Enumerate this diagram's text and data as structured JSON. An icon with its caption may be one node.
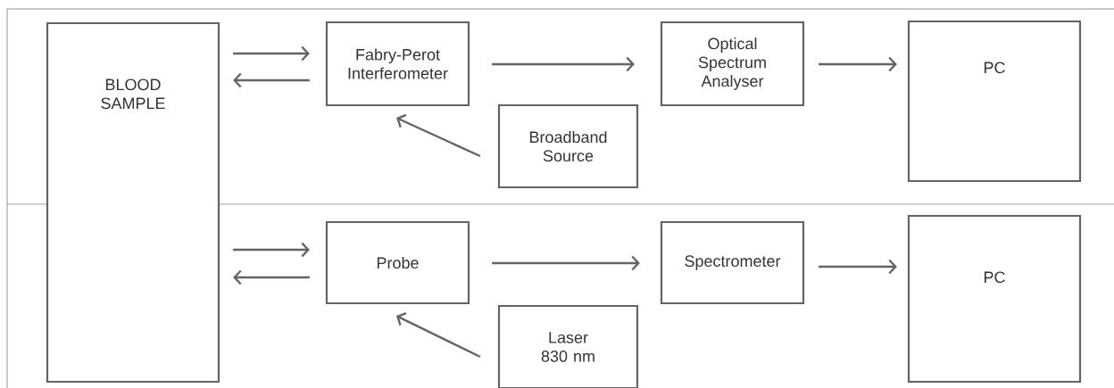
{
  "diagram": {
    "nodes": [
      {
        "text": [
          "BLOOD SAMPLE"
        ]
      },
      {
        "text": [
          "Fabry-Perot Interferometer"
        ]
      },
      {
        "text": [
          "Optical Spectrum Analyser"
        ]
      },
      {
        "text": [
          "PC"
        ]
      },
      {
        "text": [
          "Broadband Source"
        ]
      },
      {
        "text": [
          "Probe"
        ]
      },
      {
        "text": [
          "Spectrometer"
        ]
      },
      {
        "text": [
          "PC"
        ]
      },
      {
        "text": [
          "Laser 830 nm"
        ]
      }
    ],
    "edges": [
      {
        "from": 0,
        "to": 1,
        "arrow": "to"
      },
      {
        "from": 1,
        "to": 0,
        "arrow": "to"
      },
      {
        "from": 1,
        "to": 2,
        "arrow": "to"
      },
      {
        "from": 2,
        "to": 3,
        "arrow": "to"
      },
      {
        "from": 4,
        "to": 1,
        "arrow": "to"
      },
      {
        "from": 0,
        "to": 5,
        "arrow": "to"
      },
      {
        "from": 5,
        "to": 0,
        "arrow": "to"
      },
      {
        "from": 5,
        "to": 6,
        "arrow": "to"
      },
      {
        "from": 6,
        "to": 7,
        "arrow": "to"
      },
      {
        "from": 8,
        "to": 5,
        "arrow": "to"
      }
    ]
  }
}
